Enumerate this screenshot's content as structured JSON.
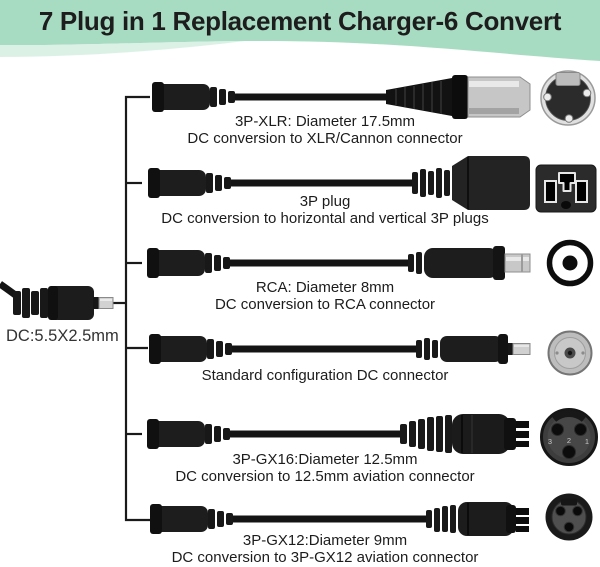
{
  "title": "7 Plug in 1 Replacement Charger-6 Convert",
  "source": {
    "label": "DC:5.5X2.5mm",
    "icon": "dc-male-plug-photo"
  },
  "adapters": [
    {
      "id": "3p-xlr",
      "line1": "3P-XLR: Diameter 17.5mm",
      "line2": "DC conversion to XLR/Cannon connector",
      "icon": "xlr-face-icon"
    },
    {
      "id": "3p-plug",
      "line1": "3P plug",
      "line2": "DC conversion to horizontal and vertical 3P plugs",
      "icon": "3p-socket-face-icon"
    },
    {
      "id": "rca",
      "line1": "RCA: Diameter 8mm",
      "line2": "DC conversion to RCA connector",
      "icon": "rca-face-icon"
    },
    {
      "id": "dc-standard",
      "line1": "Standard configuration DC connector",
      "line2": "",
      "icon": "dc-barrel-face-icon"
    },
    {
      "id": "3p-gx16",
      "line1": "3P-GX16:Diameter 12.5mm",
      "line2": "DC conversion to 12.5mm aviation connector",
      "icon": "gx16-face-icon",
      "pin_labels": [
        "3",
        "2",
        "1"
      ]
    },
    {
      "id": "3p-gx12",
      "line1": "3P-GX12:Diameter 9mm",
      "line2": "DC conversion to 3P-GX12 aviation connector",
      "icon": "gx12-face-icon"
    }
  ],
  "colors": {
    "banner_green": "#a8dcc2",
    "banner_green_light": "#cdebdb",
    "text": "#1c1c1c",
    "cable_black": "#141414",
    "metal_silver": "#c6c6c6"
  }
}
